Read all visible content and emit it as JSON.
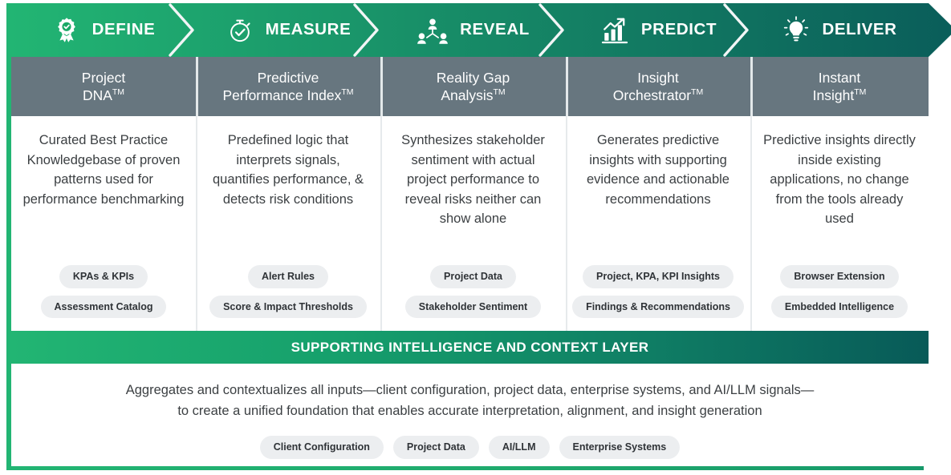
{
  "banner": {
    "stages": [
      {
        "label": "DEFINE",
        "icon": "award-ribbon-icon"
      },
      {
        "label": "MEASURE",
        "icon": "stopwatch-check-icon"
      },
      {
        "label": "REVEAL",
        "icon": "people-network-icon"
      },
      {
        "label": "PREDICT",
        "icon": "bar-chart-arrow-icon"
      },
      {
        "label": "DELIVER",
        "icon": "lightbulb-icon"
      }
    ]
  },
  "columns": [
    {
      "name_line1": "Project",
      "name_line2": "DNA",
      "trademark": "TM",
      "description": "Curated Best Practice Knowledgebase of proven patterns used for performance benchmarking",
      "pills": [
        "KPAs & KPIs",
        "Assessment Catalog"
      ]
    },
    {
      "name_line1": "Predictive",
      "name_line2": "Performance Index",
      "trademark": "TM",
      "description": "Predefined logic that interprets signals, quantifies performance, & detects risk conditions",
      "pills": [
        "Alert Rules",
        "Score & Impact Thresholds"
      ]
    },
    {
      "name_line1": "Reality Gap",
      "name_line2": "Analysis",
      "trademark": "TM",
      "description": "Synthesizes stakeholder sentiment with actual project performance to reveal risks neither can show alone",
      "pills": [
        "Project Data",
        "Stakeholder Sentiment"
      ]
    },
    {
      "name_line1": "Insight",
      "name_line2": "Orchestrator",
      "trademark": "TM",
      "description": "Generates predictive insights with supporting evidence and actionable recommendations",
      "pills": [
        "Project, KPA, KPI Insights",
        "Findings & Recommendations"
      ]
    },
    {
      "name_line1": "Instant",
      "name_line2": "Insight",
      "trademark": "TM",
      "description": "Predictive insights directly inside existing applications, no change from the tools already used",
      "pills": [
        "Browser Extension",
        "Embedded Intelligence"
      ]
    }
  ],
  "support": {
    "title": "SUPPORTING INTELLIGENCE AND CONTEXT LAYER",
    "line1": "Aggregates and contextualizes all inputs—client configuration, project data, enterprise systems, and AI/LLM signals—",
    "line2": "to create a unified foundation that enables accurate interpretation, alignment, and insight generation",
    "pills": [
      "Client Configuration",
      "Project Data",
      "AI/LLM",
      "Enterprise Systems"
    ]
  },
  "colors": {
    "green_start": "#22b573",
    "teal_end": "#0a5d5a",
    "gray_row": "#67767f",
    "pill_bg": "#eceef0",
    "text": "#3c4043"
  }
}
